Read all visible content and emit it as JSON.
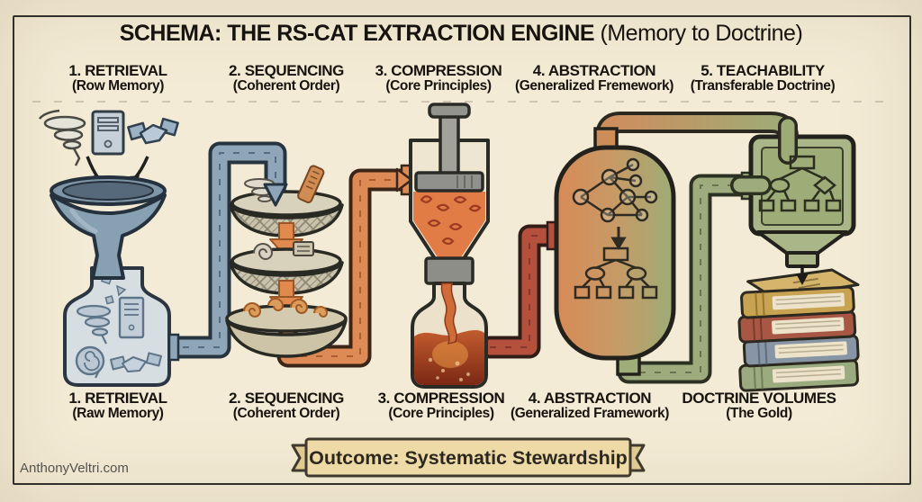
{
  "title": {
    "main": "SCHEMA: THE RS-CAT EXTRACTION ENGINE",
    "suffix": " (Memory to Doctrine)"
  },
  "stages_top": [
    {
      "title": "1. RETRIEVAL",
      "subtitle": "(Row Memory)"
    },
    {
      "title": "2. SEQUENCING",
      "subtitle": "(Coherent Order)"
    },
    {
      "title": "3. COMPRESSION",
      "subtitle": "(Core Principles)"
    },
    {
      "title": "4. ABSTRACTION",
      "subtitle": "(Generalized Fremework)"
    },
    {
      "title": "5. TEACHABILITY",
      "subtitle": "(Transferable Doctrine)"
    }
  ],
  "stages_bottom": [
    {
      "title": "1. RETRIEVAL",
      "subtitle": "(Raw Memory)"
    },
    {
      "title": "2. SEQUENCING",
      "subtitle": "(Coherent Order)"
    },
    {
      "title": "3. COMPRESSION",
      "subtitle": "(Core Principles)"
    },
    {
      "title": "4. ABSTRACTION",
      "subtitle": "(Generalized Framework)"
    },
    {
      "title": "DOCTRINE VOLUMES",
      "subtitle": "(The Gold)"
    }
  ],
  "banner": {
    "text": "Outcome: Systematic Stewardship"
  },
  "watermark": "AnthonyVeltri.com",
  "icons": [
    "tornado-icon",
    "server-icon",
    "handshake-icon",
    "funnel-icon",
    "memory-jar-icon",
    "head-icon",
    "sieve-stack-icon",
    "piston-press-icon",
    "collection-flask-icon",
    "network-graph-icon",
    "tree-diagram-icon",
    "abstraction-vessel-icon",
    "teachability-chamber-icon",
    "books-stack-icon",
    "ribbon-banner"
  ],
  "colors": {
    "background": "#f3ebd5",
    "frame": "#32302a",
    "text": "#17140f",
    "pipe_blue": "#8fa6b8",
    "pipe_orange": "#dd8a54",
    "pipe_red": "#b5503d",
    "pipe_green": "#9dab7d",
    "vessel_gradient_start": "#d88a56",
    "vessel_gradient_end": "#9dac77",
    "banner_fill": "#eddaa6"
  }
}
